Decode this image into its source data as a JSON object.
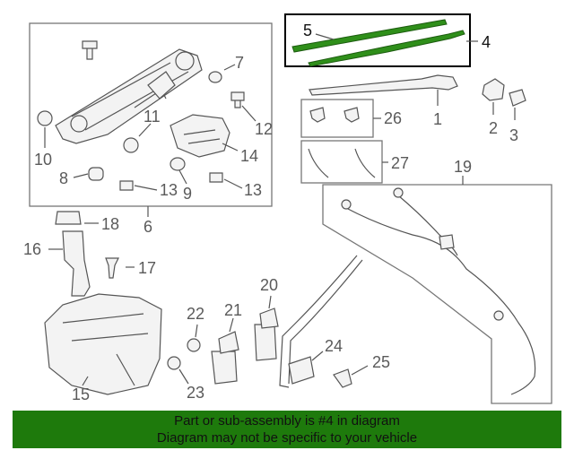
{
  "callouts": {
    "c1": "1",
    "c2": "2",
    "c3": "3",
    "c4": "4",
    "c5": "5",
    "c6": "6",
    "c7": "7",
    "c8": "8",
    "c9": "9",
    "c10": "10",
    "c11": "11",
    "c12": "12",
    "c13a": "13",
    "c13b": "13",
    "c14": "14",
    "c15": "15",
    "c16": "16",
    "c17": "17",
    "c18": "18",
    "c19": "19",
    "c20": "20",
    "c21": "21",
    "c22": "22",
    "c23": "23",
    "c24": "24",
    "c25": "25",
    "c26": "26",
    "c27": "27"
  },
  "banner": {
    "line1": "Part or sub-assembly is #4 in diagram",
    "line2": "Diagram may not be specific to your vehicle"
  },
  "colors": {
    "banner_bg": "#1e7a0c",
    "blade_green": "#2f8f1a",
    "callout_gray": "#5a5a5a",
    "highlight_frame": "#000000"
  }
}
